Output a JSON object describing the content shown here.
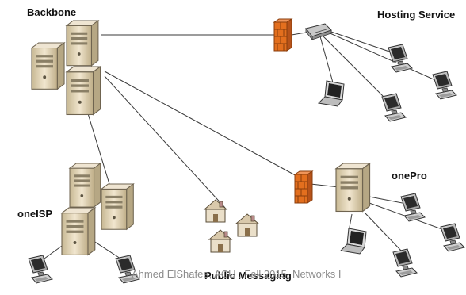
{
  "labels": {
    "backbone": "Backbone",
    "hosting": "Hosting Service",
    "onepro": "onePro",
    "oneisp": "oneISP",
    "public": "Public Messaging"
  },
  "footer": "Ahmed ElShafee, ACU : Fall 2015, Networks I",
  "colors": {
    "server": "#e9dcc2",
    "firewall": "#e36f1e",
    "link": "#3a3a3a",
    "label": "#111111",
    "footer": "#8c8c8c"
  },
  "icons": {
    "server": "tower-server-icon",
    "firewall": "firewall-icon",
    "switch": "network-switch-icon",
    "laptop": "laptop-icon",
    "workstation": "desktop-computer-icon",
    "house": "house-icon"
  }
}
